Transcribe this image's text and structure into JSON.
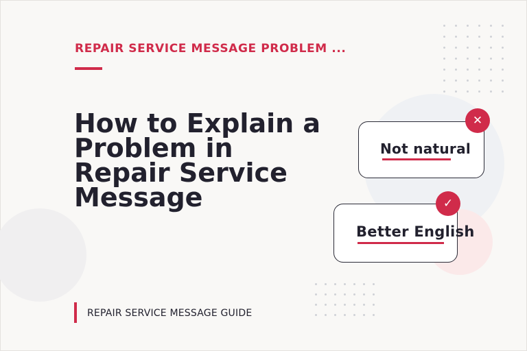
{
  "eyebrow": "REPAIR SERVICE MESSAGE PROBLEM ...",
  "title_lines": [
    "How to Explain a",
    "Problem in",
    "Repair Service",
    "Message"
  ],
  "cards": {
    "bad": {
      "text": "Not natural",
      "badge_icon": "close-icon",
      "badge_glyph": "✕"
    },
    "good": {
      "text": "Better English",
      "badge_icon": "check-icon",
      "badge_glyph": "✓"
    }
  },
  "footer": "REPAIR SERVICE MESSAGE GUIDE",
  "colors": {
    "accent": "#d02b4a",
    "text": "#22212e",
    "background": "#f9f8f6"
  }
}
